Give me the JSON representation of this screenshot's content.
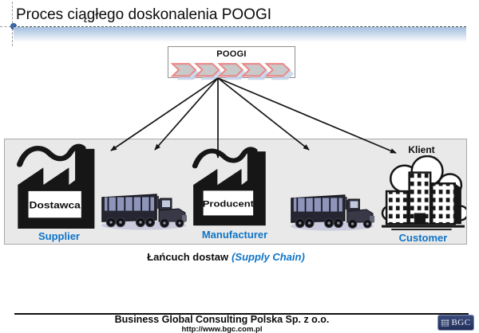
{
  "slide": {
    "title": "Proces ciągłego doskonalenia POOGI",
    "poogi_label": "POOGI",
    "chevron_count": 5
  },
  "chain": {
    "supplier": {
      "pl": "Dostawca",
      "en": "Supplier",
      "icon": "factory-icon"
    },
    "manufacturer": {
      "pl": "Producent",
      "en": "Manufacturer",
      "icon": "factory-icon"
    },
    "customer": {
      "pl": "Klient",
      "en": "Customer",
      "icon": "city-buildings-icon"
    },
    "transport_icon": "truck-icon"
  },
  "caption": {
    "pl": "Łańcuch dostaw",
    "en": "(Supply Chain)"
  },
  "footer": {
    "company": "Business Global Consulting Polska Sp. z o.o.",
    "url": "http://www.bgc.com.pl",
    "logo_text": "BGC"
  },
  "colors": {
    "accent_blue": "#0E74C8",
    "chevron_border": "#EC8585",
    "chevron_fill": "#C9C9C9",
    "chevron_shadow": "#C3D4EA",
    "panel_bg": "#E9E9E9",
    "bar_gradient_top": "#A5C0DE",
    "logo_bg": "#2B3B68"
  }
}
